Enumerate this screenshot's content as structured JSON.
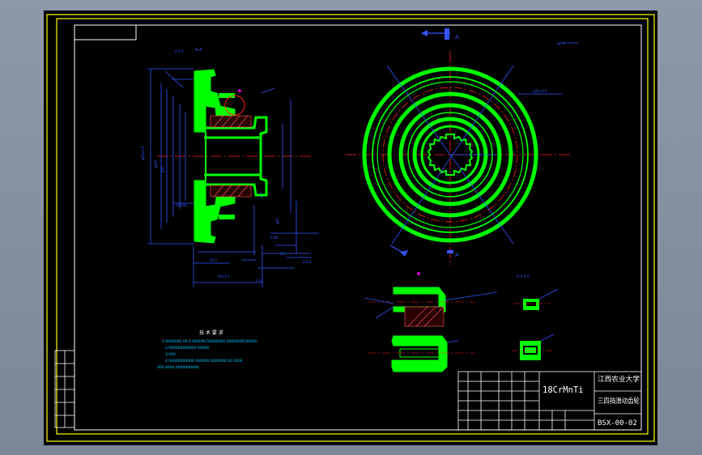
{
  "colors": {
    "background": "#000000",
    "frame": "#ffff00",
    "part": "#00ff00",
    "dimension": "#3355ff",
    "centerline": "#ff2020",
    "text": "#ffffff",
    "note": "#00c8ff",
    "hatch": "#ff6060",
    "highlight": "#ff00ff"
  },
  "drawing": {
    "section_marker": "A",
    "technical_requirements_title": "技 术 要 求"
  },
  "title_block": {
    "material": "18CrMnTi",
    "school": "江西农业大学",
    "part_name": "三四挡滑动齿轮",
    "drawing_number": "BSX-00-02"
  }
}
